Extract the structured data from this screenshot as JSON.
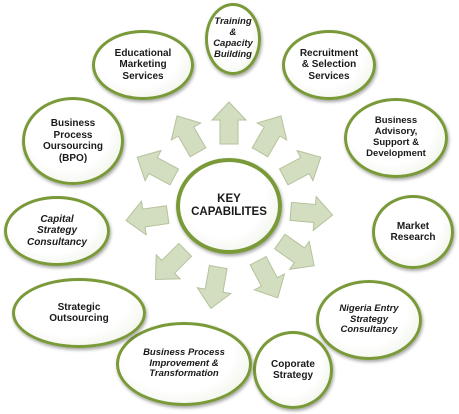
{
  "center": {
    "label": "KEY\nCAPABILITES"
  },
  "nodes": [
    {
      "id": "training",
      "label": "Training\n&\nCapacity\nBuilding",
      "italic": true
    },
    {
      "id": "recruitment",
      "label": "Recruitment\n& Selection\nServices",
      "italic": false
    },
    {
      "id": "advisory",
      "label": "Business\nAdvisory,\nSupport &\nDevelopment",
      "italic": false
    },
    {
      "id": "market",
      "label": "Market\nResearch",
      "italic": false
    },
    {
      "id": "nigeria",
      "label": "Nigeria Entry\nStrategy\nConsultancy",
      "italic": true
    },
    {
      "id": "coporate",
      "label": "Coporate\nStrategy",
      "italic": false
    },
    {
      "id": "bpi",
      "label": "Business Process\nImprovement &\nTransformation",
      "italic": true
    },
    {
      "id": "outsourcing",
      "label": "Strategic\nOutsourcing",
      "italic": false
    },
    {
      "id": "capital",
      "label": "Capital\nStrategy\nConsultancy",
      "italic": true
    },
    {
      "id": "bpo",
      "label": "Business\nProcess\nOursourcing\n(BPO)",
      "italic": false
    },
    {
      "id": "educational",
      "label": "Educational\nMarketing\nServices",
      "italic": false
    }
  ],
  "colors": {
    "border": "#7a9a3a",
    "arrow_fill": "#d3ddc0",
    "arrow_stroke": "#b4c29c"
  }
}
